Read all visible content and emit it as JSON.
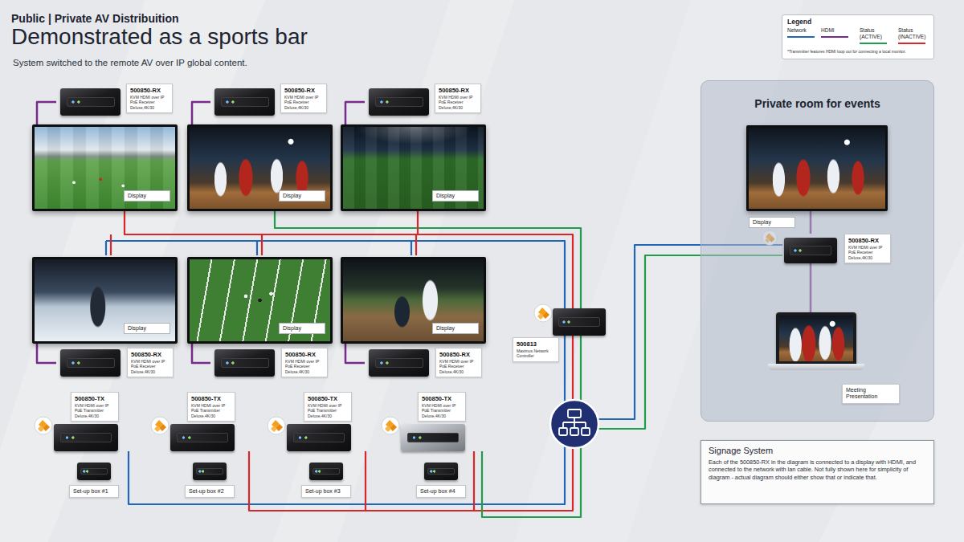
{
  "diagram": {
    "title": "Demonstrated as a sports bar",
    "caption": "System switched to the remote AV over IP global content.",
    "nodes": [
      {
        "text": [
          "500850-RX",
          "KVM HDMI over IP PoE Receiver Deluxe,4K/30"
        ]
      },
      {
        "text": [
          "500850-RX",
          "KVM HDMI over IP PoE Receiver Deluxe,4K/30"
        ]
      },
      {
        "text": [
          "500850-RX",
          "KVM HDMI over IP PoE Receiver Deluxe,4K/30"
        ]
      },
      {
        "text": [
          "Display"
        ]
      },
      {
        "text": [
          "Display"
        ]
      },
      {
        "text": [
          "Display"
        ]
      },
      {
        "text": [
          "Display"
        ]
      },
      {
        "text": [
          "Display"
        ]
      },
      {
        "text": [
          "Display"
        ]
      },
      {
        "text": [
          "500850-RX",
          "KVM HDMI over IP PoE Receiver Deluxe,4K/30"
        ]
      },
      {
        "text": [
          "500850-RX",
          "KVM HDMI over IP PoE Receiver Deluxe,4K/30"
        ]
      },
      {
        "text": [
          "500850-RX",
          "KVM HDMI over IP PoE Receiver Deluxe,4K/30"
        ]
      },
      {
        "text": [
          "500813",
          "Maximus Network Controller"
        ]
      },
      {
        "text": [
          "500850-TX",
          "KVM HDMI over IP PoE Transmitter Deluxe,4K/30"
        ]
      },
      {
        "text": [
          "500850-TX",
          "KVM HDMI over IP PoE Transmitter Deluxe,4K/30"
        ]
      },
      {
        "text": [
          "500850-TX",
          "KVM HDMI over IP PoE Transmitter Deluxe,4K/30"
        ]
      },
      {
        "text": [
          "500850-TX",
          "KVM HDMI over IP PoE Transmitter Deluxe,4K/30"
        ]
      },
      {
        "text": [
          "Set-up box #1"
        ]
      },
      {
        "text": [
          "Set-up box #2"
        ]
      },
      {
        "text": [
          "Set-up box #3"
        ]
      },
      {
        "text": [
          "Set-up box #4"
        ]
      },
      {
        "text": [
          "Private room for events"
        ]
      },
      {
        "text": [
          "Display"
        ],
        "in": 21
      },
      {
        "text": [
          "500850-RX",
          "KVM HDMI over IP PoE Receiver Deluxe,4K/30"
        ],
        "in": 21
      },
      {
        "text": [
          "Meeting Presentation"
        ],
        "in": 21
      },
      {
        "text": [
          "Signage System",
          "Each of the 500850-RX in the diagram is connected to a display with HDMI, and connected to the network with lan cable. Not fully shown here for simplicity of diagram - actual diagram should either show that or indicate that."
        ]
      }
    ],
    "edges": [
      {
        "from": 0,
        "to": 3,
        "arrow": "none"
      },
      {
        "from": 1,
        "to": 4,
        "arrow": "none"
      },
      {
        "from": 2,
        "to": 5,
        "arrow": "none"
      },
      {
        "from": 9,
        "to": 6,
        "arrow": "none"
      },
      {
        "from": 10,
        "to": 7,
        "arrow": "none"
      },
      {
        "from": 11,
        "to": 8,
        "arrow": "none"
      },
      {
        "from": 23,
        "to": 22,
        "arrow": "none"
      },
      {
        "from": 24,
        "to": 23,
        "arrow": "none"
      }
    ],
    "labels": [
      "Public | Private AV Distribuition",
      "Legend",
      "*Transmitter features HDMI loop out for connecting a local monitor."
    ],
    "legend": [
      {
        "text": "Network"
      },
      {
        "text": "HDMI"
      },
      {
        "text": "Status (ACTIVE)"
      },
      {
        "text": "Status (INACTIVE)"
      }
    ]
  }
}
